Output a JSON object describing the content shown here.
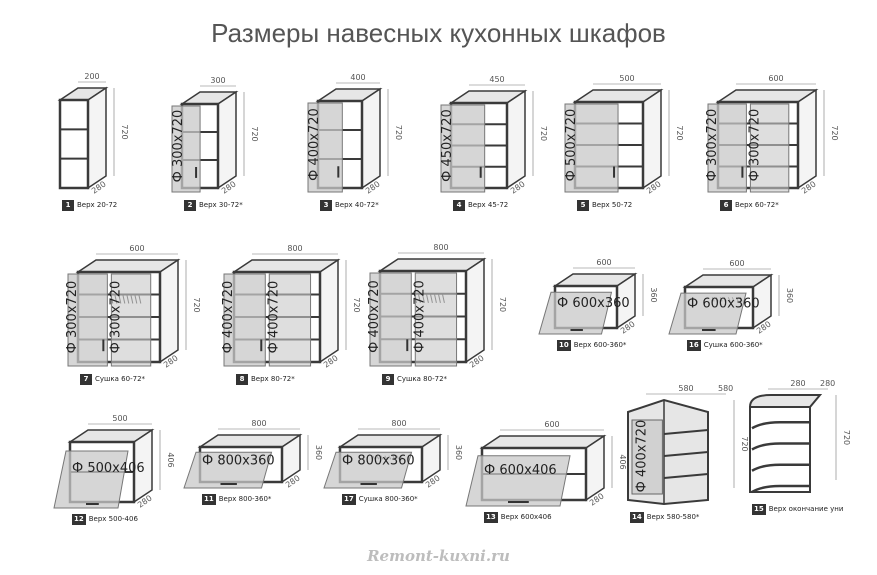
{
  "title": "Размеры навесных кухонных шкафов",
  "watermark": "Remont-kuxni.ru",
  "colors": {
    "frame": "#3a3a3a",
    "panel": "#e6e6e6",
    "door": "#c8c8c8",
    "dim_line": "#777777"
  },
  "cabinets": [
    {
      "num": "1",
      "label": "Верх 20-72",
      "width": "200",
      "height": "720",
      "depth": "280",
      "door": ""
    },
    {
      "num": "2",
      "label": "Верх 30-72*",
      "width": "300",
      "height": "720",
      "depth": "280",
      "door": "Ф 300x720"
    },
    {
      "num": "3",
      "label": "Верх 40-72*",
      "width": "400",
      "height": "720",
      "depth": "280",
      "door": "Ф 400x720"
    },
    {
      "num": "4",
      "label": "Верх 45-72",
      "width": "450",
      "height": "720",
      "depth": "280",
      "door": "Ф 450x720"
    },
    {
      "num": "5",
      "label": "Верх 50-72",
      "width": "500",
      "height": "720",
      "depth": "280",
      "door": "Ф 500x720"
    },
    {
      "num": "6",
      "label": "Верх 60-72*",
      "width": "600",
      "height": "720",
      "depth": "280",
      "door": "Ф 300x720",
      "door2": "Ф 300x720"
    },
    {
      "num": "7",
      "label": "Сушка 60-72*",
      "width": "600",
      "height": "720",
      "depth": "280",
      "door": "Ф 300x720",
      "door2": "Ф 300x720"
    },
    {
      "num": "8",
      "label": "Верх 80-72*",
      "width": "800",
      "height": "720",
      "depth": "280",
      "door": "Ф 400x720",
      "door2": "Ф 400x720"
    },
    {
      "num": "9",
      "label": "Сушка 80-72*",
      "width": "800",
      "height": "720",
      "depth": "280",
      "door": "Ф 400x720",
      "door2": "Ф 400x720"
    },
    {
      "num": "10",
      "label": "Верх 600-360*",
      "width": "600",
      "height": "360",
      "depth": "280",
      "door": "Ф 600x360"
    },
    {
      "num": "16",
      "label": "Сушка 600-360*",
      "width": "600",
      "height": "360",
      "depth": "280",
      "door": "Ф 600x360"
    },
    {
      "num": "12",
      "label": "Верх 500-406",
      "width": "500",
      "height": "406",
      "depth": "280",
      "door": "Ф 500x406"
    },
    {
      "num": "11",
      "label": "Верх 800-360*",
      "width": "800",
      "height": "360",
      "depth": "280",
      "door": "Ф 800x360"
    },
    {
      "num": "17",
      "label": "Сушка 800-360*",
      "width": "800",
      "height": "360",
      "depth": "280",
      "door": "Ф 800x360"
    },
    {
      "num": "13",
      "label": "Верх 600x406",
      "width": "600",
      "height": "406",
      "depth": "280",
      "door": "Ф 600x406"
    },
    {
      "num": "14",
      "label": "Верх 580-580*",
      "width": "580",
      "width2": "580",
      "height": "720",
      "door": "Ф 400x720"
    },
    {
      "num": "15",
      "label": "Верх окончание уни",
      "width": "280",
      "width2": "280",
      "height": "720"
    }
  ]
}
